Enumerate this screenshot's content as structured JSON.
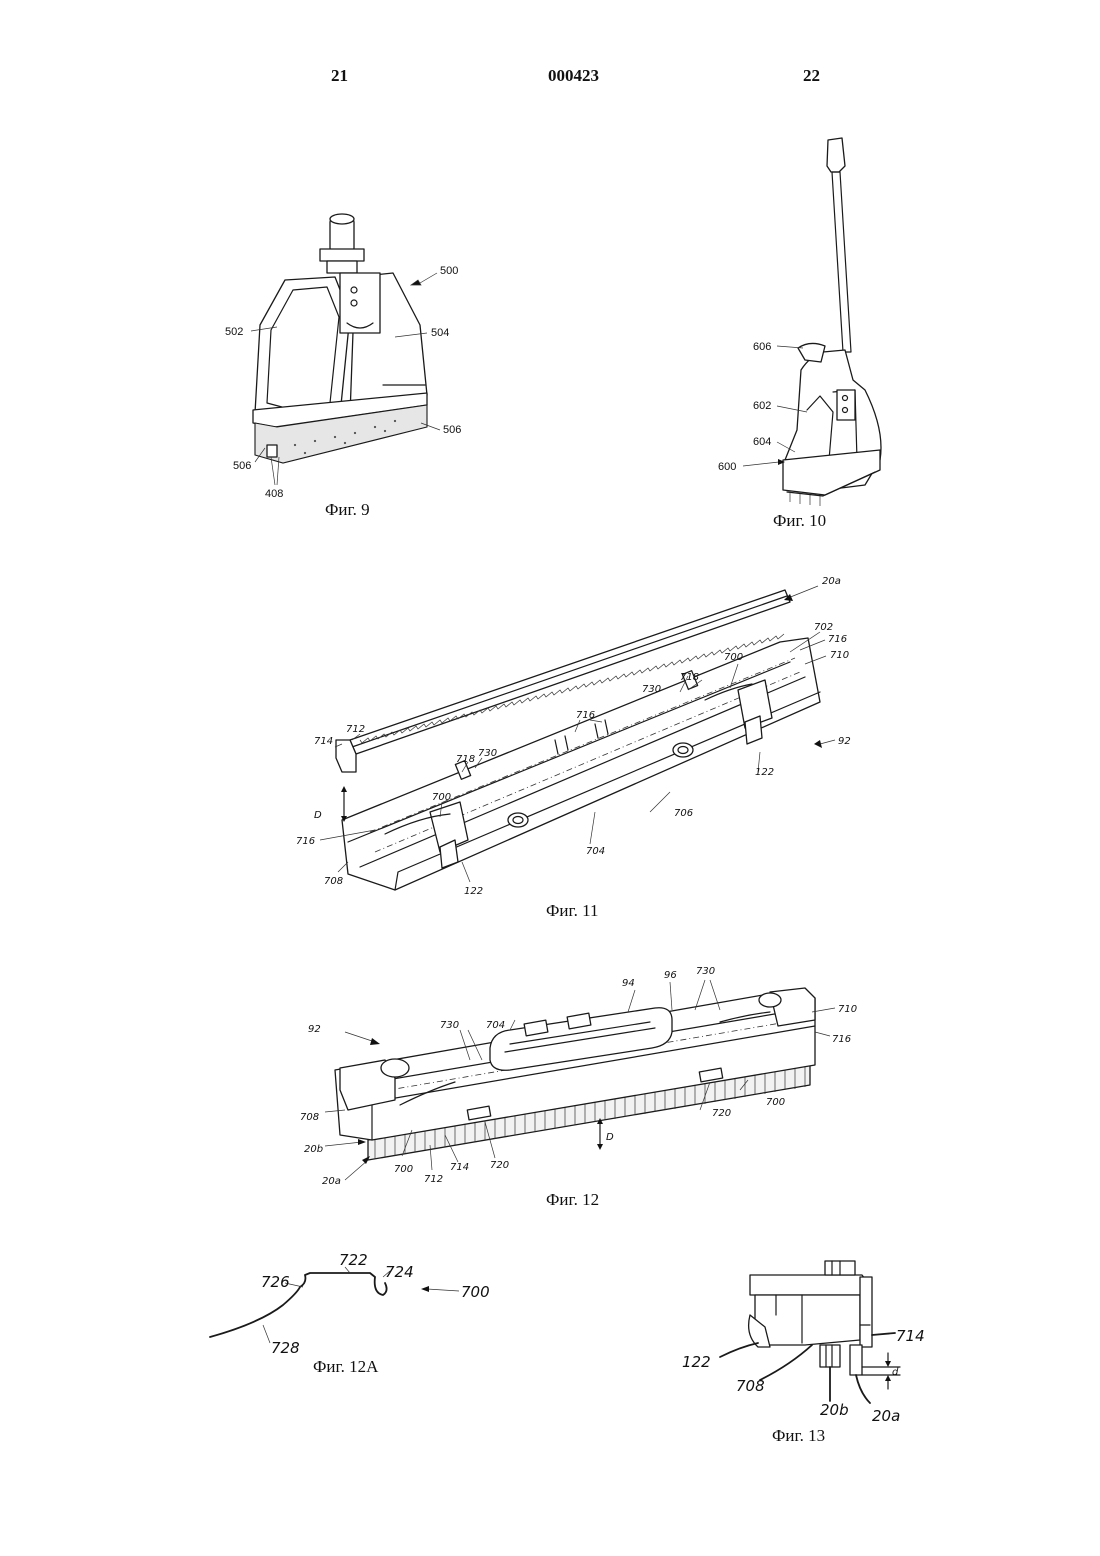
{
  "header": {
    "page_left": "21",
    "doc_number": "000423",
    "page_right": "22"
  },
  "figures": {
    "fig9": {
      "caption": "Фиг. 9",
      "labels": [
        "500",
        "502",
        "504",
        "506",
        "506",
        "408"
      ]
    },
    "fig10": {
      "caption": "Фиг. 10",
      "labels": [
        "606",
        "602",
        "604",
        "600"
      ]
    },
    "fig11": {
      "caption": "Фиг. 11",
      "labels": [
        "20a",
        "702",
        "716",
        "710",
        "700",
        "718",
        "730",
        "714",
        "712",
        "700",
        "718",
        "730",
        "716",
        "92",
        "122",
        "D",
        "716",
        "706",
        "708",
        "704",
        "122"
      ]
    },
    "fig12": {
      "caption": "Фиг. 12",
      "labels": [
        "704",
        "94",
        "96",
        "730",
        "710",
        "716",
        "92",
        "730",
        "708",
        "700",
        "720",
        "20b",
        "D",
        "20a",
        "700",
        "712",
        "714",
        "720"
      ]
    },
    "fig12a": {
      "caption": "Фиг. 12A",
      "labels": [
        "722",
        "726",
        "724",
        "700",
        "728"
      ]
    },
    "fig13": {
      "caption": "Фиг. 13",
      "labels": [
        "714",
        "122",
        "d",
        "708",
        "20b",
        "20a"
      ]
    }
  }
}
